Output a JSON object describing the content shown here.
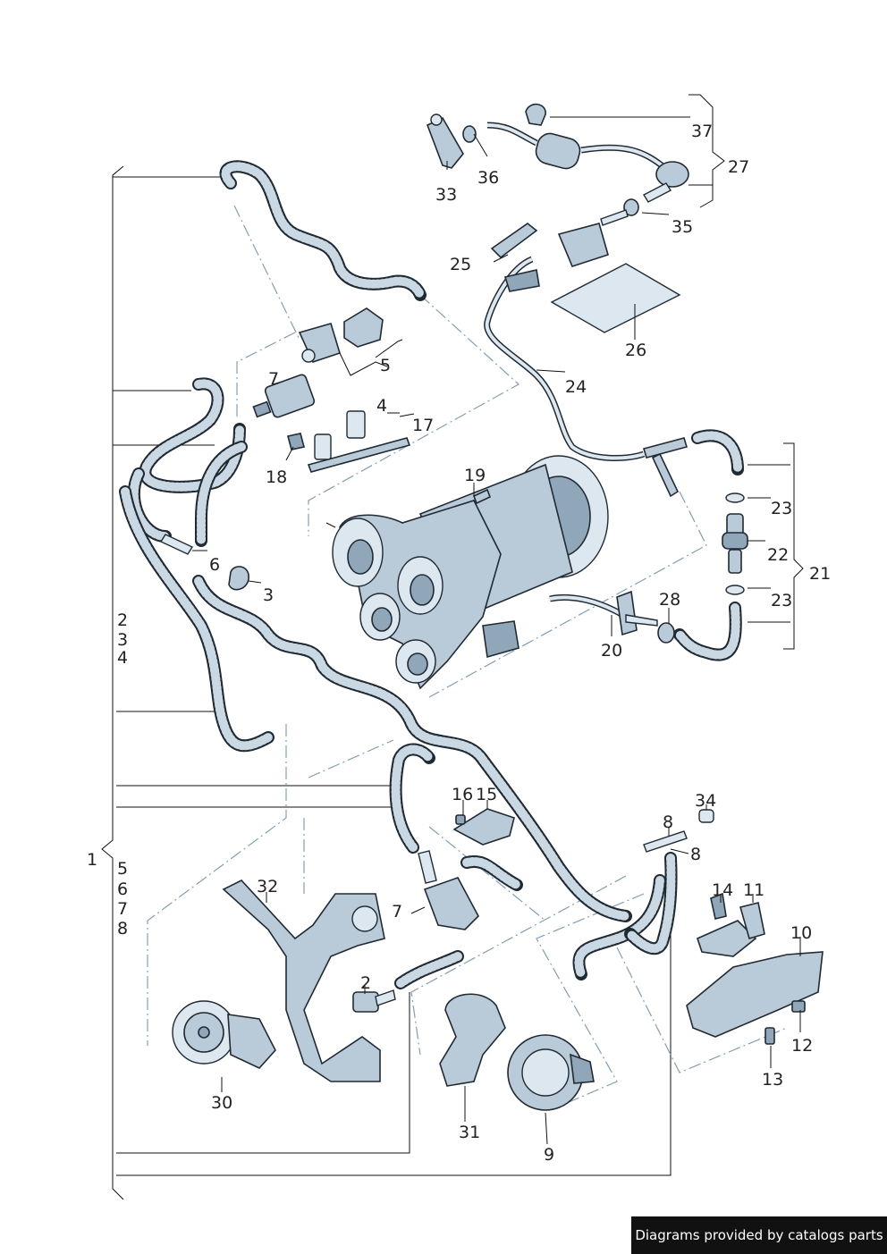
{
  "diagram": {
    "labels": {
      "l1": "1",
      "l2": "2",
      "l3": "3",
      "l4": "4",
      "l5": "5",
      "l6": "6",
      "l7": "7",
      "l8": "8",
      "p2": "2",
      "p3": "3",
      "p4": "4",
      "p5": "5",
      "p6": "6",
      "p7a": "7",
      "p7b": "7",
      "p8a": "8",
      "p8b": "8",
      "p9": "9",
      "p10": "10",
      "p11": "11",
      "p12": "12",
      "p13": "13",
      "p14": "14",
      "p15": "15",
      "p16": "16",
      "p17": "17",
      "p18": "18",
      "p19": "19",
      "p20": "20",
      "p21": "21",
      "p22": "22",
      "p23a": "23",
      "p23b": "23",
      "p24": "24",
      "p25": "25",
      "p26": "26",
      "p27": "27",
      "p28": "28",
      "p30": "30",
      "p31": "31",
      "p32": "32",
      "p33": "33",
      "p34": "34",
      "p35": "35",
      "p36": "36",
      "p37": "37"
    },
    "colors": {
      "hose": "#1f2a33",
      "part_fill": "#b9cbd8",
      "dash": "#7fa0b8"
    }
  },
  "footer": {
    "text": "Diagrams provided by catalogs parts"
  }
}
